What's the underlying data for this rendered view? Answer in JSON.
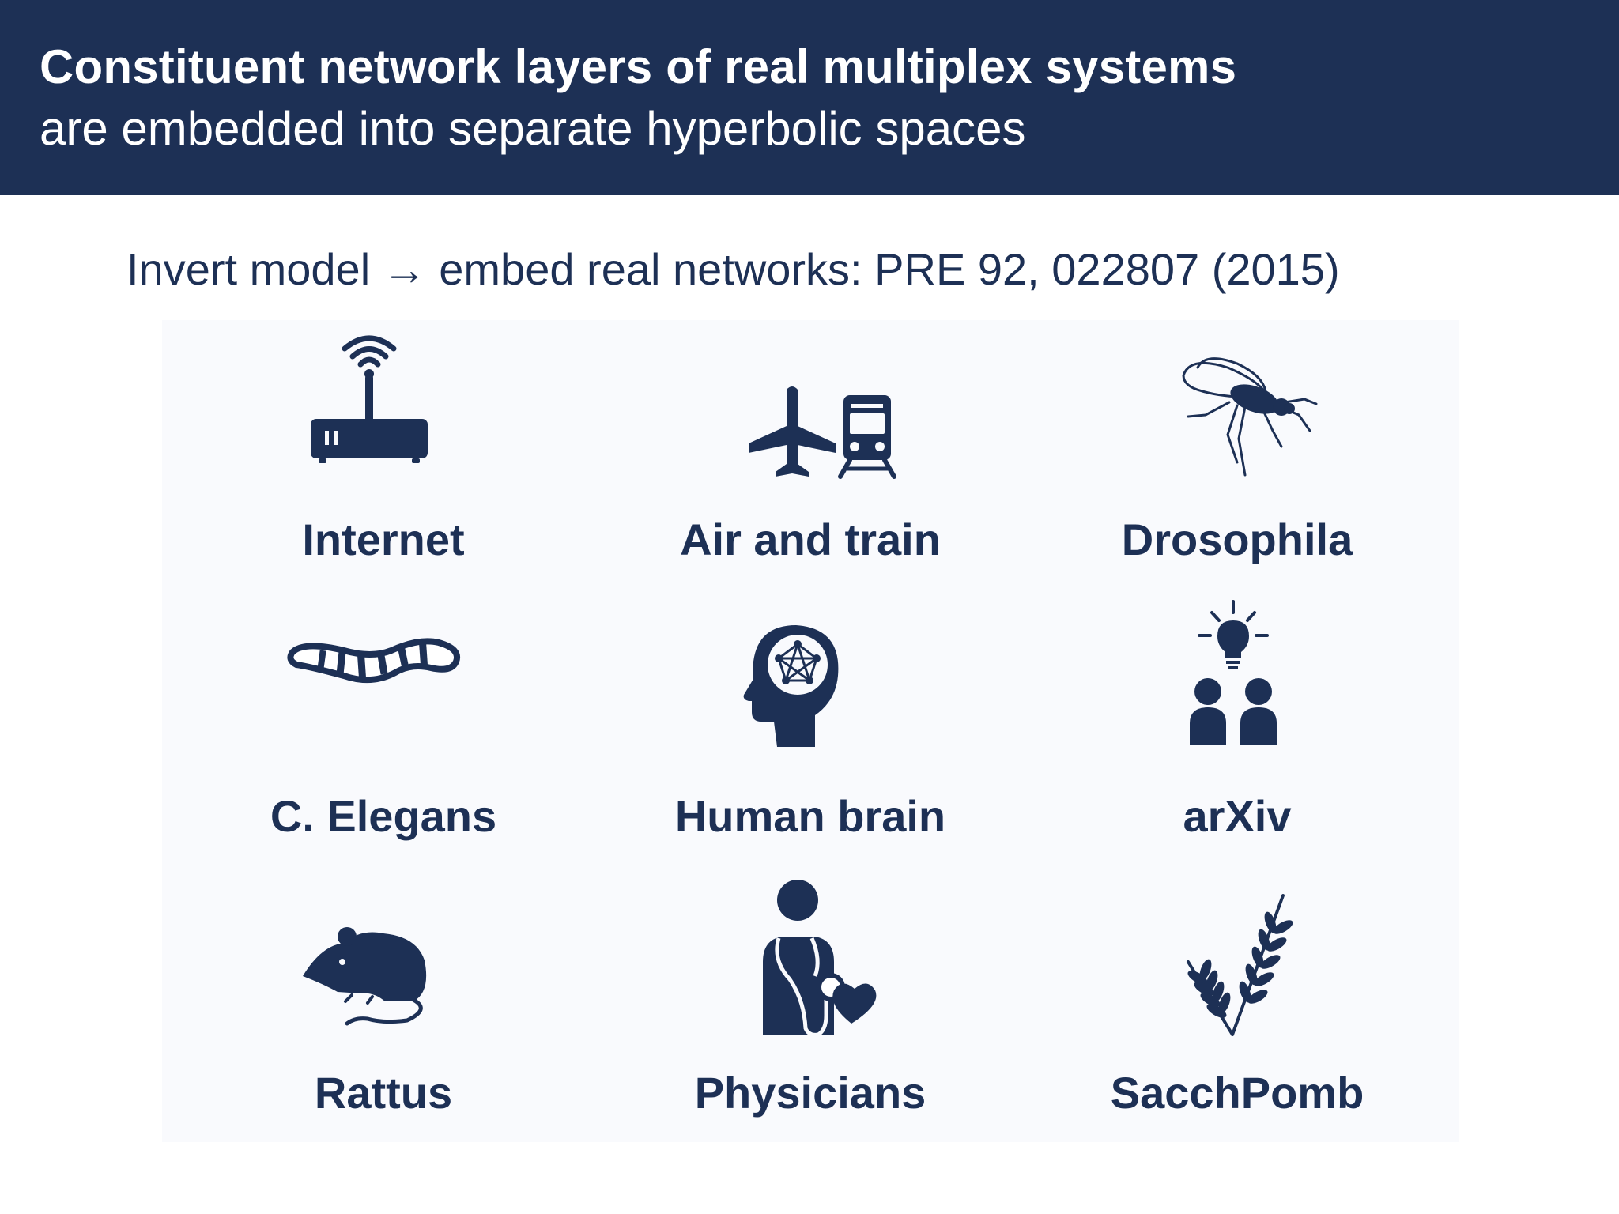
{
  "header": {
    "title": "Constituent network layers of real multiplex systems",
    "subtitle": "are embedded into separate hyperbolic spaces"
  },
  "reference": "Invert model → embed real networks: PRE 92, 022807 (2015)",
  "colors": {
    "navy": "#1d3055",
    "panel_background": "#f9fafd",
    "white": "#ffffff"
  },
  "networks": [
    {
      "label": "Internet",
      "icon": "router-icon"
    },
    {
      "label": "Air and train",
      "icon": "plane-train-icon"
    },
    {
      "label": "Drosophila",
      "icon": "fly-icon"
    },
    {
      "label": "C. Elegans",
      "icon": "worm-icon"
    },
    {
      "label": "Human brain",
      "icon": "brain-network-icon"
    },
    {
      "label": "arXiv",
      "icon": "people-idea-icon"
    },
    {
      "label": "Rattus",
      "icon": "rat-icon"
    },
    {
      "label": "Physicians",
      "icon": "doctor-icon"
    },
    {
      "label": "SacchPomb",
      "icon": "wheat-icon"
    }
  ]
}
